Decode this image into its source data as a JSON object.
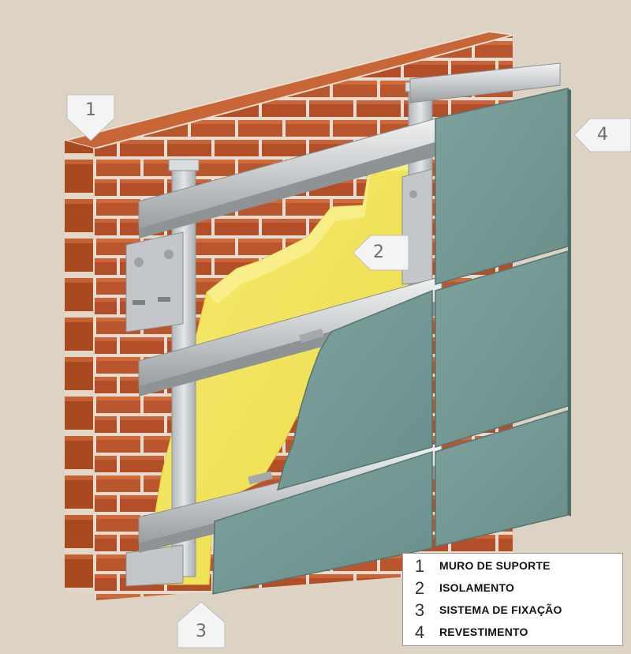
{
  "callouts": {
    "c1": "1",
    "c2": "2",
    "c3": "3",
    "c4": "4"
  },
  "legend": {
    "items": [
      {
        "number": "1",
        "label": "MURO DE SUPORTE"
      },
      {
        "number": "2",
        "label": "ISOLAMENTO"
      },
      {
        "number": "3",
        "label": "SISTEMA DE FIXAÇÃO"
      },
      {
        "number": "4",
        "label": "REVESTIMENTO"
      }
    ]
  },
  "colors": {
    "background": "#ddd3c4",
    "brick": "#b8552c",
    "mortar": "#e8ddd0",
    "insulation": "#f2e25a",
    "rail": "#c9ccce",
    "cladding": "#6f9591"
  }
}
